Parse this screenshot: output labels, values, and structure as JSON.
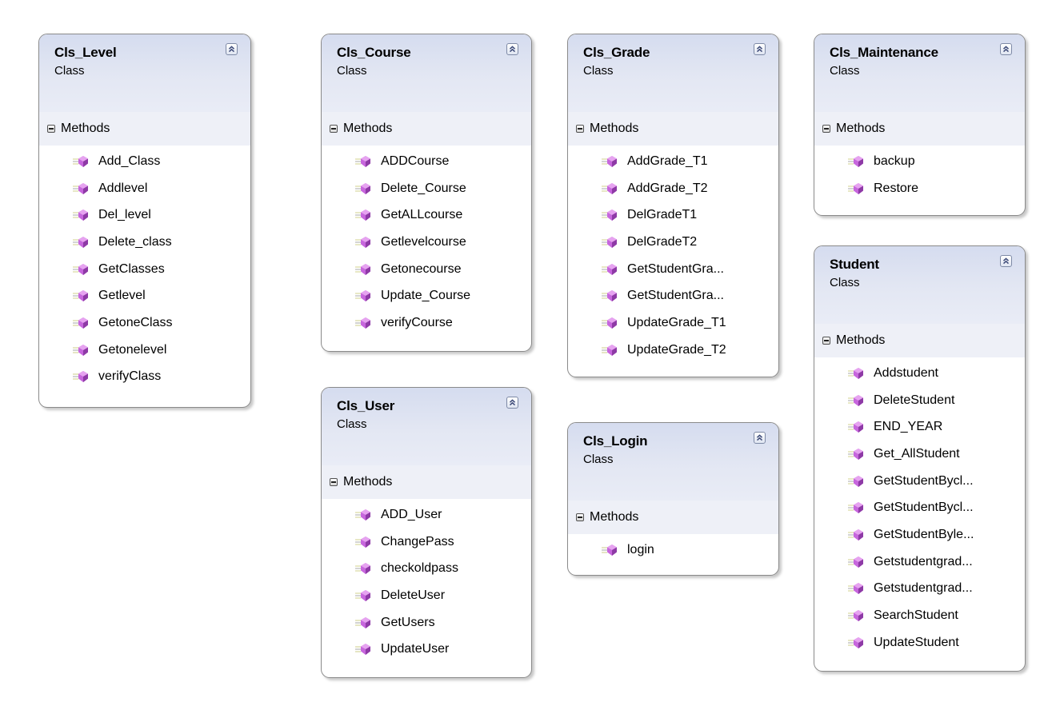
{
  "diagram": {
    "type": "class-diagram",
    "section_label": "Methods",
    "kind_label": "Class",
    "colors": {
      "header_gradient_top": "#d5dcef",
      "header_gradient_bottom": "#e9ecf6",
      "section_band": "#eef0f7",
      "border": "#8a8a8a",
      "method_icon": "#c05cd6"
    },
    "classes": [
      {
        "name": "Cls_Level",
        "kind": "Class",
        "section": "Methods",
        "methods": [
          "Add_Class",
          "Addlevel",
          "Del_level",
          "Delete_class",
          "GetClasses",
          "Getlevel",
          "GetoneClass",
          "Getonelevel",
          "verifyClass"
        ]
      },
      {
        "name": "Cls_Course",
        "kind": "Class",
        "section": "Methods",
        "methods": [
          "ADDCourse",
          "Delete_Course",
          "GetALLcourse",
          "Getlevelcourse",
          "Getonecourse",
          "Update_Course",
          "verifyCourse"
        ]
      },
      {
        "name": "Cls_Grade",
        "kind": "Class",
        "section": "Methods",
        "methods": [
          "AddGrade_T1",
          "AddGrade_T2",
          "DelGradeT1",
          "DelGradeT2",
          "GetStudentGra...",
          "GetStudentGra...",
          "UpdateGrade_T1",
          "UpdateGrade_T2"
        ]
      },
      {
        "name": "Cls_Maintenance",
        "kind": "Class",
        "section": "Methods",
        "methods": [
          "backup",
          "Restore"
        ]
      },
      {
        "name": "Cls_User",
        "kind": "Class",
        "section": "Methods",
        "methods": [
          "ADD_User",
          "ChangePass",
          "checkoldpass",
          "DeleteUser",
          "GetUsers",
          "UpdateUser"
        ]
      },
      {
        "name": "Cls_Login",
        "kind": "Class",
        "section": "Methods",
        "methods": [
          "login"
        ]
      },
      {
        "name": "Student",
        "kind": "Class",
        "section": "Methods",
        "methods": [
          "Addstudent",
          "DeleteStudent",
          "END_YEAR",
          "Get_AllStudent",
          "GetStudentBycl...",
          "GetStudentBycl...",
          "GetStudentByle...",
          "Getstudentgrad...",
          "Getstudentgrad...",
          "SearchStudent",
          "UpdateStudent"
        ]
      }
    ]
  }
}
